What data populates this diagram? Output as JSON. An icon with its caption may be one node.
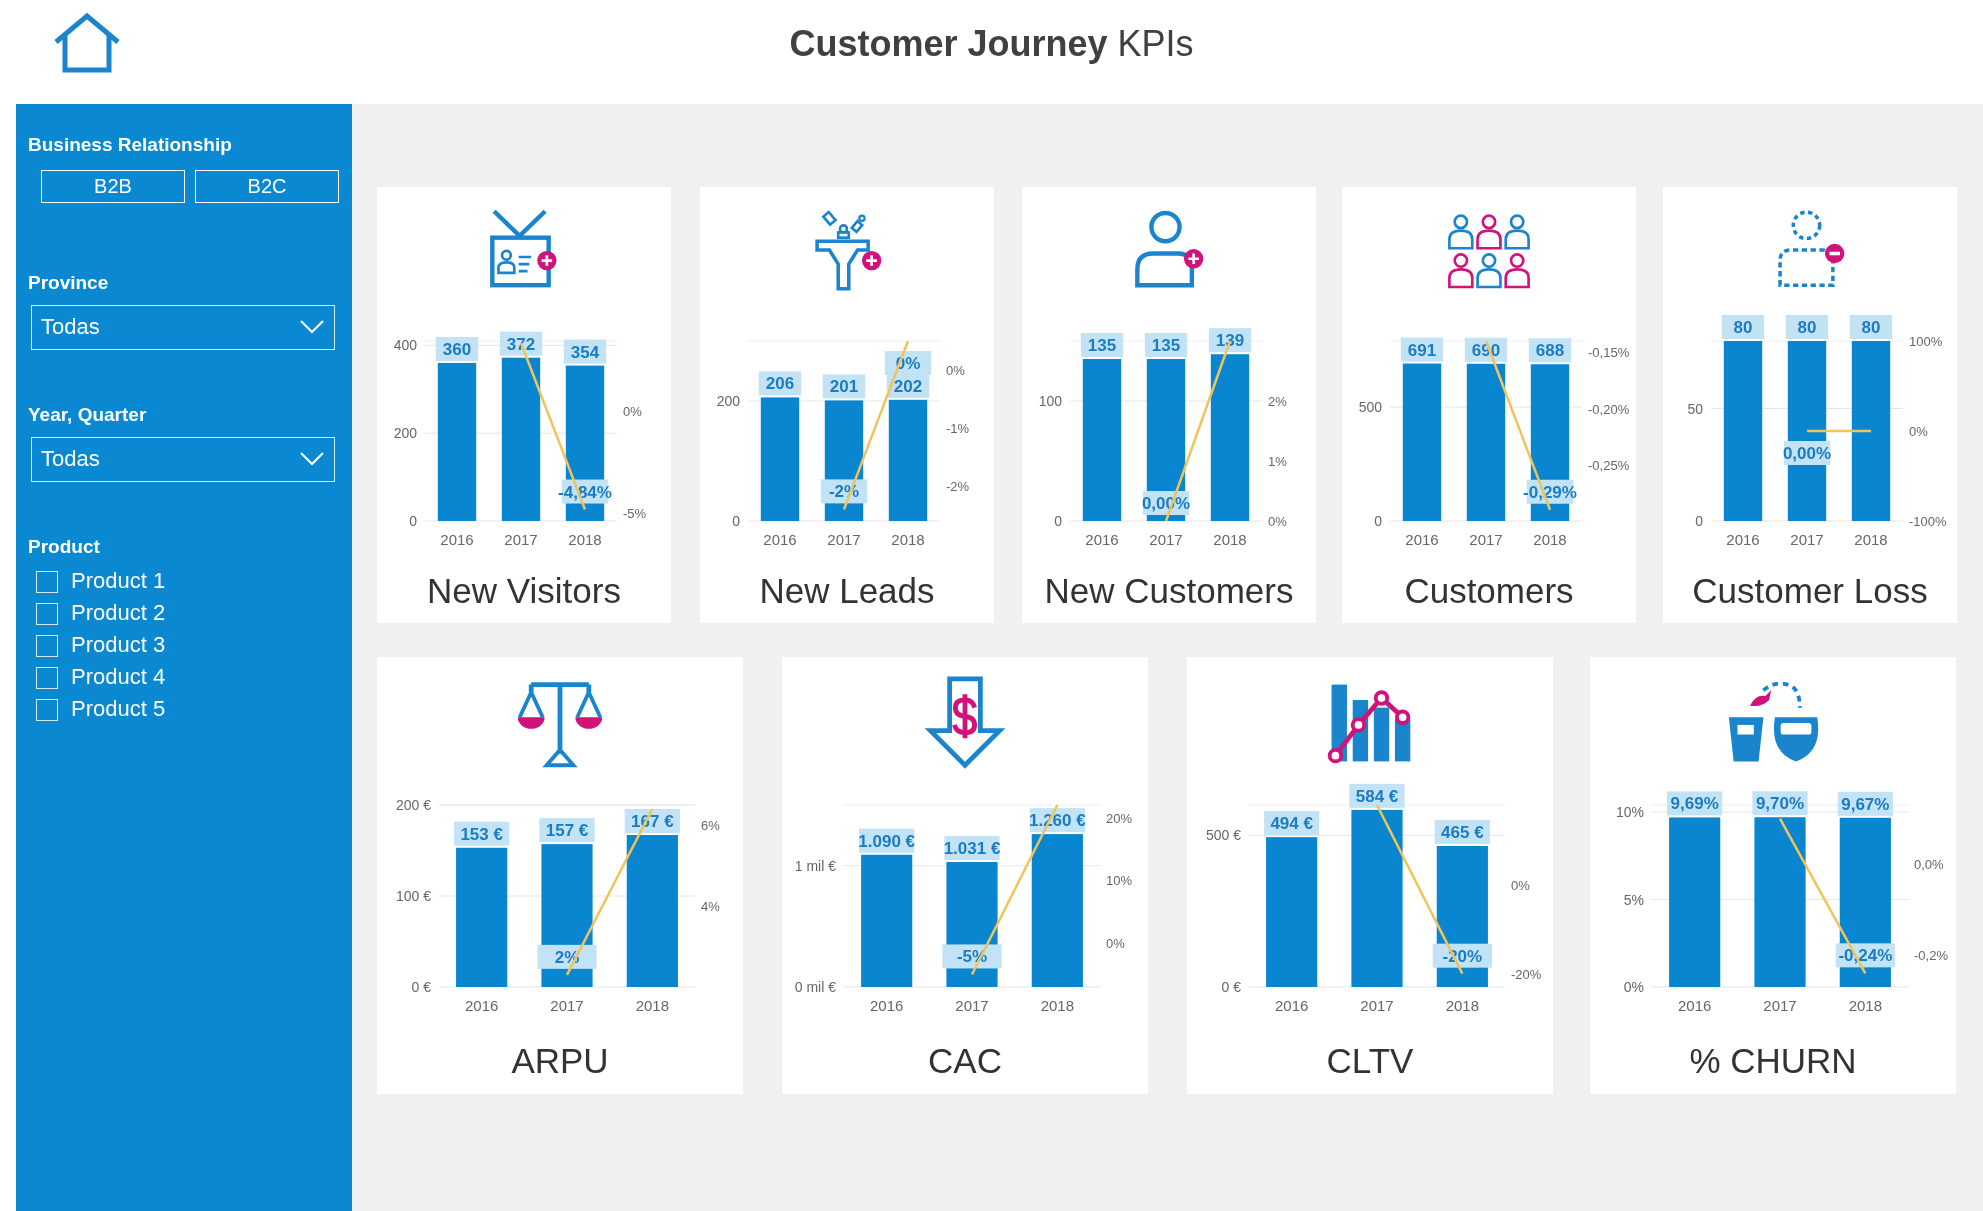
{
  "diagram": {
    "title": "**Customer Journey** KPIs",
    "nodes": [
      {
        "text": [
          "B2B"
        ]
      },
      {
        "text": [
          "B2C"
        ]
      },
      {
        "text": [
          "Todas"
        ]
      },
      {
        "text": [
          "Todas"
        ]
      },
      {
        "text": [
          "New Visitors"
        ]
      },
      {
        "text": [
          "New Leads"
        ]
      },
      {
        "text": [
          "New Customers"
        ]
      },
      {
        "text": [
          "Customers"
        ]
      },
      {
        "text": [
          "Customer Loss"
        ]
      },
      {
        "text": [
          "ARPU"
        ]
      },
      {
        "text": [
          "CAC"
        ]
      },
      {
        "text": [
          "CLTV"
        ]
      },
      {
        "text": [
          "% CHURN"
        ]
      }
    ],
    "edges": [],
    "labels": [
      "Business Relationship",
      "Province",
      "Year, Quarter",
      "Product",
      "Product 1",
      "Product 2",
      "Product 3",
      "Product 4",
      "Product 5"
    ],
    "chart_data": [
      {
        "type": "bar",
        "categories": [
          "2016",
          "2017",
          "2018"
        ],
        "series": [
          {
            "color": "#0a86d0",
            "values": [
              360,
              372,
              354
            ]
          },
          {
            "type": "line",
            "axis": "y2",
            "color": "#f0c35b",
            "values": [
              null,
              3.3,
              -4.84
            ]
          }
        ],
        "ylim": [
          0,
          410
        ],
        "yticks": [
          0,
          200,
          400
        ],
        "y2lim": [
          -5.4,
          3.4
        ],
        "y2ticks": [
          {
            "value": 0,
            "label": "0%"
          },
          {
            "value": -5,
            "label": "-5%"
          }
        ],
        "value_labels": [
          [
            "360",
            "372",
            "354"
          ],
          [
            null,
            null,
            "-4,84%"
          ]
        ]
      },
      {
        "type": "bar",
        "categories": [
          "2016",
          "2017",
          "2018"
        ],
        "series": [
          {
            "color": "#0a86d0",
            "values": [
              206,
              201,
              202
            ]
          },
          {
            "type": "line",
            "axis": "y2",
            "color": "#f0c35b",
            "values": [
              null,
              -2.4,
              0.5
            ]
          }
        ],
        "ylim": [
          0,
          300
        ],
        "yticks": [
          0,
          200
        ],
        "y2lim": [
          -2.6,
          0.5
        ],
        "y2ticks": [
          {
            "value": 0,
            "label": "0%"
          },
          {
            "value": -1,
            "label": "-1%"
          },
          {
            "value": -2,
            "label": "-2%"
          }
        ],
        "value_labels": [
          [
            "206",
            "201",
            "202"
          ],
          [
            null,
            "-2%",
            "0%"
          ]
        ]
      },
      {
        "type": "bar",
        "categories": [
          "2016",
          "2017",
          "2018"
        ],
        "series": [
          {
            "color": "#0a86d0",
            "values": [
              135,
              135,
              139
            ]
          },
          {
            "type": "line",
            "axis": "y2",
            "color": "#f0c35b",
            "values": [
              null,
              0,
              3
            ]
          }
        ],
        "ylim": [
          0,
          150
        ],
        "yticks": [
          0,
          100
        ],
        "y2lim": [
          0,
          3
        ],
        "y2ticks": [
          {
            "value": 0,
            "label": "0%"
          },
          {
            "value": 1,
            "label": "1%"
          },
          {
            "value": 2,
            "label": "2%"
          }
        ],
        "value_labels": [
          [
            "135",
            "135",
            "139"
          ],
          [
            null,
            "0,00%",
            null
          ]
        ]
      },
      {
        "type": "bar",
        "categories": [
          "2016",
          "2017",
          "2018"
        ],
        "series": [
          {
            "color": "#0a86d0",
            "values": [
              691,
              690,
              688
            ]
          },
          {
            "type": "line",
            "axis": "y2",
            "color": "#f0c35b",
            "values": [
              null,
              -0.14,
              -0.29
            ]
          }
        ],
        "ylim": [
          0,
          790
        ],
        "yticks": [
          0,
          500
        ],
        "y2lim": [
          -0.3,
          -0.14
        ],
        "y2ticks": [
          {
            "value": -0.15,
            "label": "-0,15%"
          },
          {
            "value": -0.2,
            "label": "-0,20%"
          },
          {
            "value": -0.25,
            "label": "-0,25%"
          }
        ],
        "value_labels": [
          [
            "691",
            "690",
            "688"
          ],
          [
            null,
            null,
            "-0,29%"
          ]
        ]
      },
      {
        "type": "bar",
        "categories": [
          "2016",
          "2017",
          "2018"
        ],
        "series": [
          {
            "color": "#0a86d0",
            "values": [
              80,
              80,
              80
            ]
          },
          {
            "type": "line",
            "axis": "y2",
            "color": "#f0c35b",
            "values": [
              null,
              0,
              0
            ]
          }
        ],
        "ylim": [
          0,
          80
        ],
        "yticks": [
          0,
          50
        ],
        "y2lim": [
          -100,
          100
        ],
        "y2ticks": [
          {
            "value": 100,
            "label": "100%"
          },
          {
            "value": 0,
            "label": "0%"
          },
          {
            "value": -100,
            "label": "-100%"
          }
        ],
        "value_labels": [
          [
            "80",
            "80",
            "80"
          ],
          [
            null,
            "0,00%",
            null
          ]
        ]
      },
      {
        "type": "bar",
        "categories": [
          "2016",
          "2017",
          "2018"
        ],
        "series": [
          {
            "color": "#0a86d0",
            "values": [
              153,
              157,
              167
            ]
          },
          {
            "type": "line",
            "axis": "y2",
            "color": "#f0c35b",
            "values": [
              null,
              2.3,
              6.4
            ]
          }
        ],
        "ylim": [
          0,
          200
        ],
        "yticks": [
          {
            "value": 0,
            "label": "0 €"
          },
          {
            "value": 100,
            "label": "100 €"
          },
          {
            "value": 200,
            "label": "200 €"
          }
        ],
        "y2lim": [
          2,
          6.5
        ],
        "y2ticks": [
          {
            "value": 4,
            "label": "4%"
          },
          {
            "value": 6,
            "label": "6%"
          }
        ],
        "value_labels": [
          [
            "153 €",
            "157 €",
            "167 €"
          ],
          [
            null,
            "2%",
            null
          ]
        ]
      },
      {
        "type": "bar",
        "categories": [
          "2016",
          "2017",
          "2018"
        ],
        "series": [
          {
            "color": "#0a86d0",
            "values": [
              1.09,
              1.03,
              1.26
            ]
          },
          {
            "type": "line",
            "axis": "y2",
            "color": "#f0c35b",
            "values": [
              null,
              -5,
              22
            ]
          }
        ],
        "ylim": [
          0,
          1.5
        ],
        "yticks": [
          {
            "value": 0,
            "label": "0 mil €"
          },
          {
            "value": 1,
            "label": "1 mil €"
          }
        ],
        "y2lim": [
          -7,
          22
        ],
        "y2ticks": [
          {
            "value": 0,
            "label": "0%"
          },
          {
            "value": 10,
            "label": "10%"
          },
          {
            "value": 20,
            "label": "20%"
          }
        ],
        "value_labels": [
          [
            "1.090 €",
            "1.031 €",
            "1.260 €"
          ],
          [
            null,
            "-5%",
            null
          ]
        ]
      },
      {
        "type": "bar",
        "categories": [
          "2016",
          "2017",
          "2018"
        ],
        "series": [
          {
            "color": "#0a86d0",
            "values": [
              494,
              584,
              465
            ]
          },
          {
            "type": "line",
            "axis": "y2",
            "color": "#f0c35b",
            "values": [
              null,
              18,
              -20
            ]
          }
        ],
        "ylim": [
          0,
          600
        ],
        "yticks": [
          {
            "value": 0,
            "label": "0 €"
          },
          {
            "value": 500,
            "label": "500 €"
          }
        ],
        "y2lim": [
          -23,
          18
        ],
        "y2ticks": [
          {
            "value": 0,
            "label": "0%"
          },
          {
            "value": -20,
            "label": "-20%"
          }
        ],
        "value_labels": [
          [
            "494 €",
            "584 €",
            "465 €"
          ],
          [
            null,
            null,
            "-20%"
          ]
        ]
      },
      {
        "type": "bar",
        "categories": [
          "2016",
          "2017",
          "2018"
        ],
        "series": [
          {
            "color": "#0a86d0",
            "values": [
              9.69,
              9.7,
              9.67
            ]
          },
          {
            "type": "line",
            "axis": "y2",
            "color": "#f0c35b",
            "values": [
              null,
              0.1,
              -0.24
            ]
          }
        ],
        "ylim": [
          0,
          10.4
        ],
        "yticks": [
          {
            "value": 0,
            "label": "0%"
          },
          {
            "value": 5,
            "label": "5%"
          },
          {
            "value": 10,
            "label": "10%"
          }
        ],
        "y2lim": [
          -0.27,
          0.13
        ],
        "y2ticks": [
          {
            "value": 0,
            "label": "0,0%"
          },
          {
            "value": -0.2,
            "label": "-0,2%"
          }
        ],
        "value_labels": [
          [
            "9,69%",
            "9,70%",
            "9,67%"
          ],
          [
            null,
            null,
            "-0,24%"
          ]
        ]
      }
    ]
  }
}
